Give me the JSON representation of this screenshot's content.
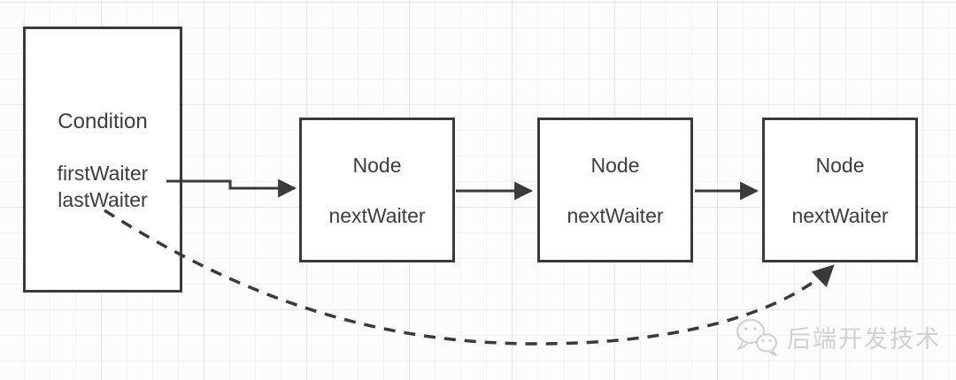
{
  "diagram": {
    "condition": {
      "title": "Condition",
      "fields": [
        "firstWaiter",
        "lastWaiter"
      ]
    },
    "nodes": [
      {
        "title": "Node",
        "field": "nextWaiter"
      },
      {
        "title": "Node",
        "field": "nextWaiter"
      },
      {
        "title": "Node",
        "field": "nextWaiter"
      }
    ],
    "edges": [
      {
        "from": "Condition.firstWaiter",
        "to": "Node1",
        "style": "solid-arrow"
      },
      {
        "from": "Node1",
        "to": "Node2",
        "style": "solid-arrow"
      },
      {
        "from": "Node2",
        "to": "Node3",
        "style": "solid-arrow"
      },
      {
        "from": "Condition.lastWaiter",
        "to": "Node3",
        "style": "dashed-curved-arrow"
      }
    ],
    "colors": {
      "stroke": "#3a3a3a",
      "text": "#3d3d3d",
      "box_fill": "#fefefe",
      "canvas_bg": "#fcfcfc",
      "grid_minor": "#f2f2f2",
      "grid_major": "#e7e7e7",
      "watermark": "#d0d0d0"
    }
  },
  "watermark": {
    "icon": "wechat-icon",
    "text": "后端开发技术"
  }
}
